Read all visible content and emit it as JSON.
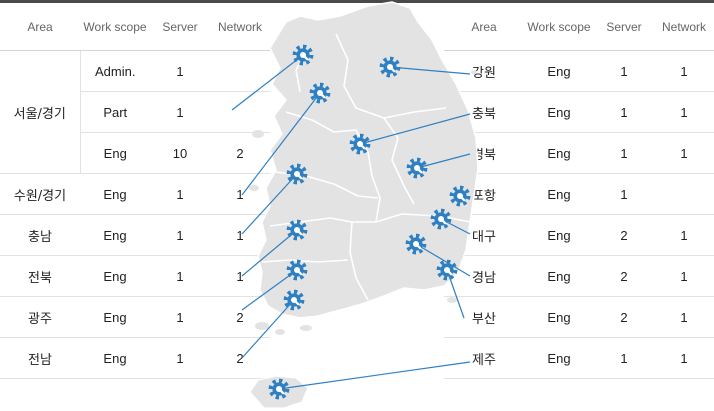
{
  "left_table": {
    "headers": [
      "Area",
      "Work scope",
      "Server",
      "Network"
    ],
    "rows": [
      {
        "area": "서울/경기",
        "scope": "Admin.",
        "server": "1",
        "network": ""
      },
      {
        "area": "",
        "scope": "Part",
        "server": "1",
        "network": ""
      },
      {
        "area": "",
        "scope": "Eng",
        "server": "10",
        "network": "2"
      },
      {
        "area": "수원/경기",
        "scope": "Eng",
        "server": "1",
        "network": "1"
      },
      {
        "area": "충남",
        "scope": "Eng",
        "server": "1",
        "network": "1"
      },
      {
        "area": "전북",
        "scope": "Eng",
        "server": "1",
        "network": "1"
      },
      {
        "area": "광주",
        "scope": "Eng",
        "server": "1",
        "network": "2"
      },
      {
        "area": "전남",
        "scope": "Eng",
        "server": "1",
        "network": "2"
      }
    ]
  },
  "right_table": {
    "headers": [
      "Area",
      "Work scope",
      "Server",
      "Network"
    ],
    "rows": [
      {
        "area": "강원",
        "scope": "Eng",
        "server": "1",
        "network": "1"
      },
      {
        "area": "충북",
        "scope": "Eng",
        "server": "1",
        "network": "1"
      },
      {
        "area": "경북",
        "scope": "Eng",
        "server": "1",
        "network": "1"
      },
      {
        "area": "포항",
        "scope": "Eng",
        "server": "1",
        "network": ""
      },
      {
        "area": "대구",
        "scope": "Eng",
        "server": "2",
        "network": "1"
      },
      {
        "area": "경남",
        "scope": "Eng",
        "server": "2",
        "network": "1"
      },
      {
        "area": "부산",
        "scope": "Eng",
        "server": "2",
        "network": "1"
      },
      {
        "area": "제주",
        "scope": "Eng",
        "server": "1",
        "network": "1"
      }
    ]
  },
  "colors": {
    "header_rule": "#4a4a4a",
    "map_fill": "#e3e3e3",
    "map_border": "#ffffff",
    "gear": "#2f80c3",
    "leader_line": "#2f80c3"
  },
  "icons": {
    "service_location": "gear-wrench-icon"
  }
}
